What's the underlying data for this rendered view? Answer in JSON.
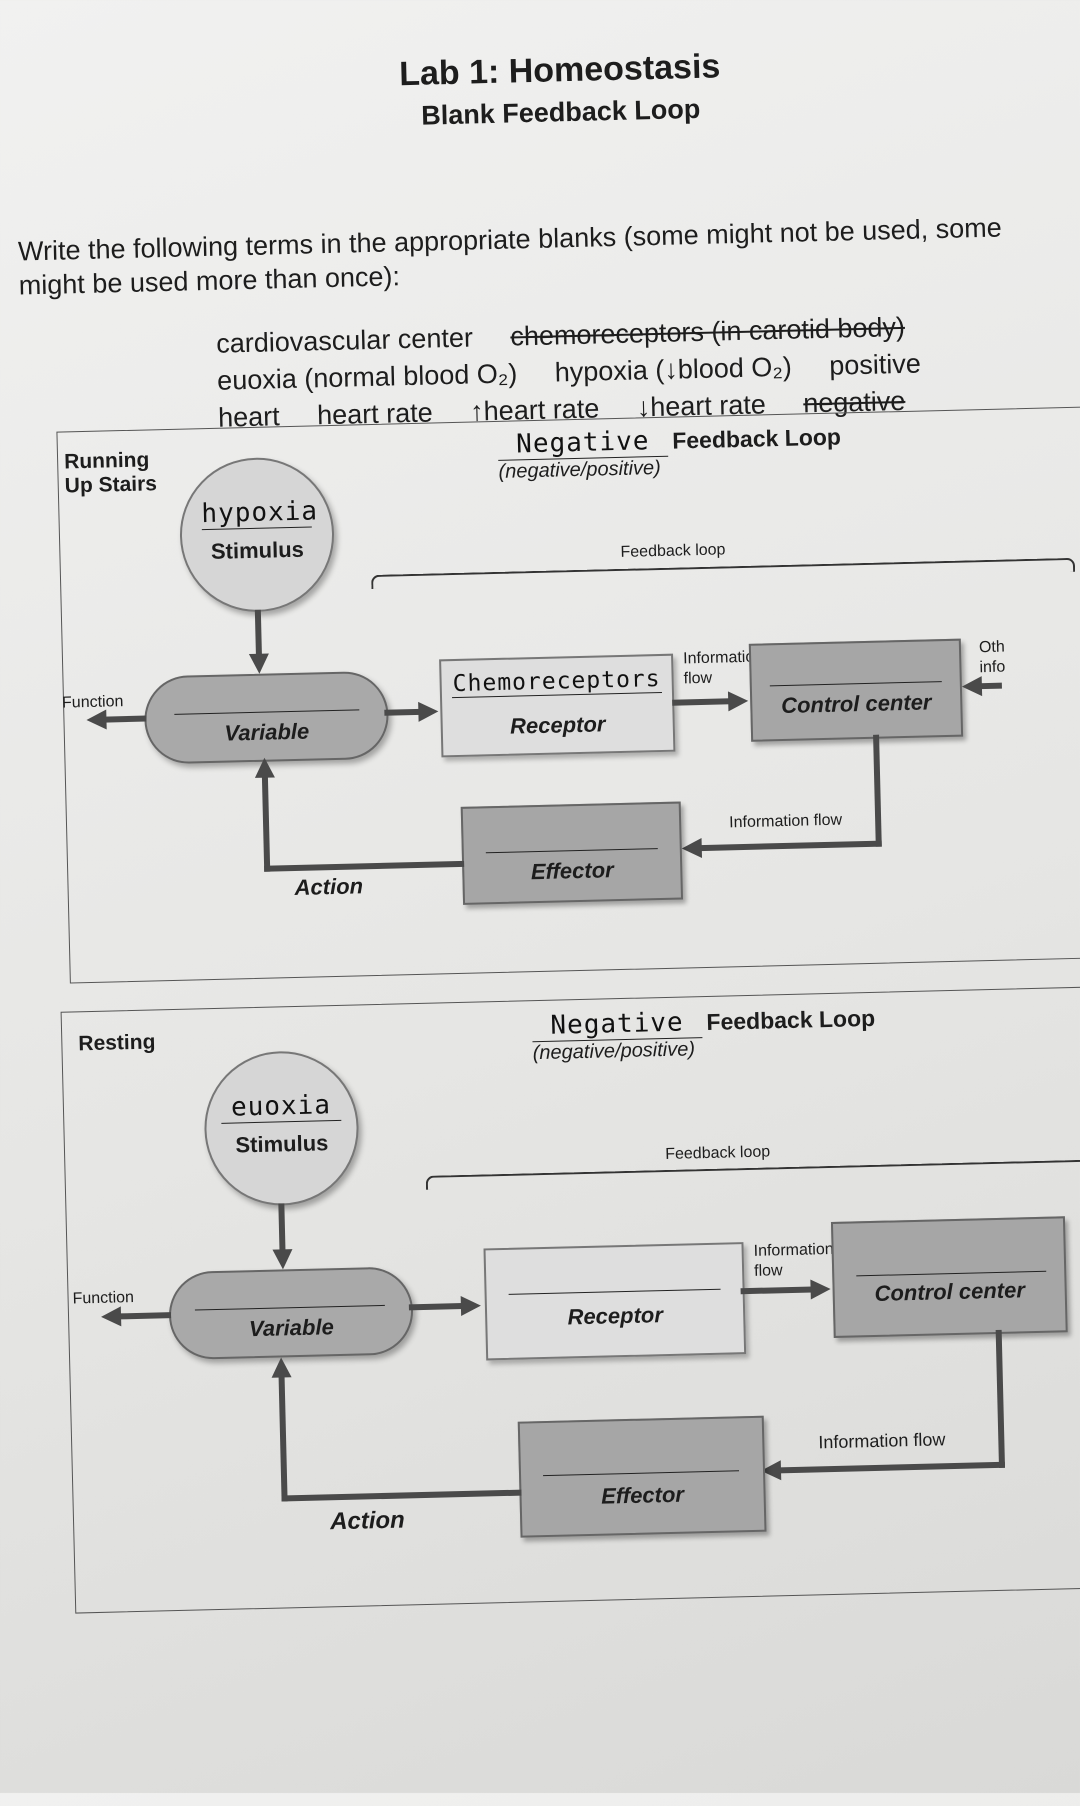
{
  "header": {
    "title": "Lab 1: Homeostasis",
    "subtitle": "Blank Feedback Loop"
  },
  "instructions": "Write the following terms in the appropriate blanks (some might not be used, some might be used more than once):",
  "terms": {
    "row1": [
      "cardiovascular center",
      "chemoreceptors (in carotid body)"
    ],
    "row2": [
      "euoxia (normal blood O₂)",
      "hypoxia (↓blood O₂)",
      "positive"
    ],
    "row3": [
      "heart",
      "heart rate",
      "↑heart rate",
      "↓heart rate",
      "negative"
    ]
  },
  "common": {
    "feedback_loop_title": "Feedback Loop",
    "neg_pos": "(negative/positive)",
    "feedback_loop": "Feedback loop",
    "information": "Information",
    "flow": "flow",
    "information_flow": "Information flow",
    "stimulus": "Stimulus",
    "variable": "Variable",
    "receptor": "Receptor",
    "control_center": "Control center",
    "effector": "Effector",
    "action": "Action",
    "function": "Function",
    "other_a": "Oth",
    "other_b": "info"
  },
  "loops": [
    {
      "scenario_a": "Running",
      "scenario_b": "Up Stairs",
      "loop_type": "Negative",
      "stimulus": "hypoxia",
      "variable": "",
      "receptor": "Chemoreceptors",
      "control_center": "",
      "effector": ""
    },
    {
      "scenario_a": "Resting",
      "scenario_b": "",
      "loop_type": "Negative",
      "stimulus": "euoxia",
      "variable": "",
      "receptor": "",
      "control_center": "",
      "effector": ""
    }
  ]
}
